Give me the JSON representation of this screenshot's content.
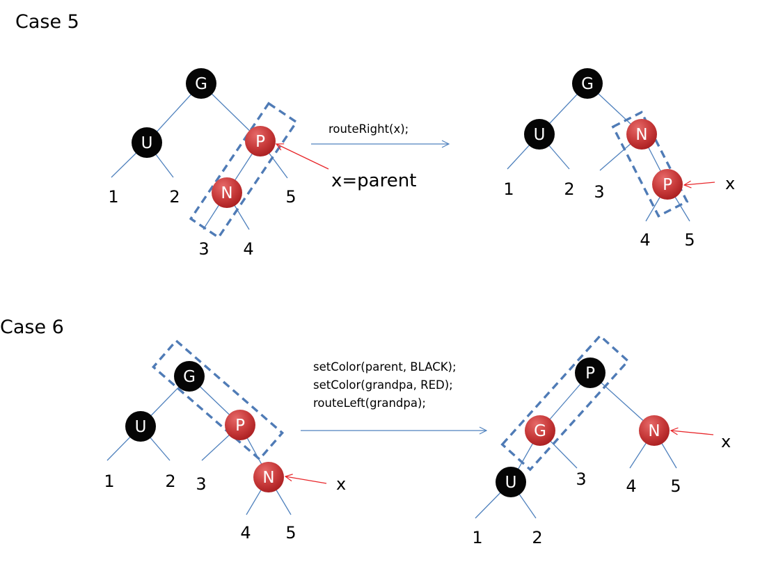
{
  "cases": [
    {
      "id": "case5",
      "title": "Case 5",
      "operation_lines": [
        "routeRight(x);"
      ],
      "before": {
        "nodes": [
          {
            "id": "G",
            "label": "G",
            "color": "black"
          },
          {
            "id": "U",
            "label": "U",
            "color": "black"
          },
          {
            "id": "P",
            "label": "P",
            "color": "red"
          },
          {
            "id": "N",
            "label": "N",
            "color": "red"
          }
        ],
        "subtrees": [
          "1",
          "2",
          "3",
          "4",
          "5"
        ],
        "pointer_label": "x=parent"
      },
      "after": {
        "nodes": [
          {
            "id": "G",
            "label": "G",
            "color": "black"
          },
          {
            "id": "U",
            "label": "U",
            "color": "black"
          },
          {
            "id": "N",
            "label": "N",
            "color": "red"
          },
          {
            "id": "P",
            "label": "P",
            "color": "red"
          }
        ],
        "subtrees": [
          "1",
          "2",
          "3",
          "4",
          "5"
        ],
        "pointer_label": "x"
      }
    },
    {
      "id": "case6",
      "title": "Case 6",
      "operation_lines": [
        "setColor(parent, BLACK);",
        "setColor(grandpa, RED);",
        "routeLeft(grandpa);"
      ],
      "before": {
        "nodes": [
          {
            "id": "G",
            "label": "G",
            "color": "black"
          },
          {
            "id": "U",
            "label": "U",
            "color": "black"
          },
          {
            "id": "P",
            "label": "P",
            "color": "red"
          },
          {
            "id": "N",
            "label": "N",
            "color": "red"
          }
        ],
        "subtrees": [
          "1",
          "2",
          "3",
          "4",
          "5"
        ],
        "pointer_label": "x"
      },
      "after": {
        "nodes": [
          {
            "id": "P",
            "label": "P",
            "color": "black"
          },
          {
            "id": "G",
            "label": "G",
            "color": "red"
          },
          {
            "id": "N",
            "label": "N",
            "color": "red"
          },
          {
            "id": "U",
            "label": "U",
            "color": "black"
          }
        ],
        "subtrees": [
          "1",
          "2",
          "3",
          "4",
          "5"
        ],
        "pointer_label": "x"
      }
    }
  ],
  "colors": {
    "black_node": "#050505",
    "red_node_light": "#e66a69",
    "red_node_dark": "#a81d1f",
    "edge": "#4f81bd",
    "selection_box": "#4f7bb6",
    "pointer": "#e8262a"
  }
}
